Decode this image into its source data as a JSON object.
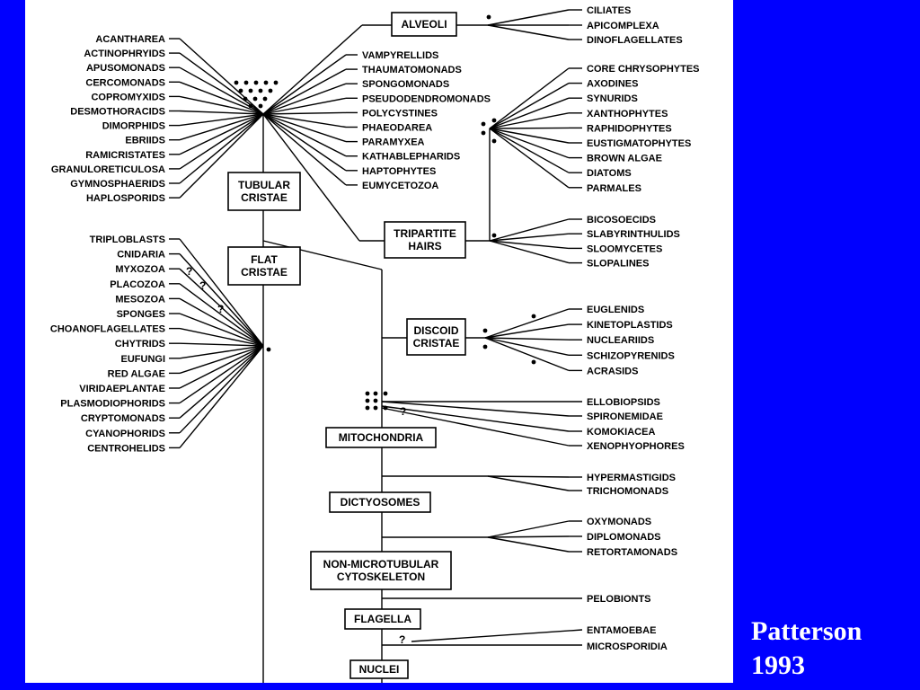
{
  "citation": {
    "line1": "Patterson",
    "line2": "1993"
  },
  "boxes": {
    "alveoli": "ALVEOLI",
    "tubular_cristae": [
      "TUBULAR",
      "CRISTAE"
    ],
    "flat_cristae": [
      "FLAT",
      "CRISTAE"
    ],
    "tripartite_hairs": [
      "TRIPARTITE",
      "HAIRS"
    ],
    "discoid_cristae": [
      "DISCOID",
      "CRISTAE"
    ],
    "mitochondria": "MITOCHONDRIA",
    "dictyosomes": "DICTYOSOMES",
    "non_microtubular": [
      "NON-MICROTUBULAR",
      "CYTOSKELETON"
    ],
    "flagella": "FLAGELLA",
    "nuclei": "NUCLEI"
  },
  "groups": {
    "left_top": [
      "ACANTHAREA",
      "ACTINOPHRYIDS",
      "APUSOMONADS",
      "CERCOMONADS",
      "COPROMYXIDS",
      "DESMOTHORACIDS",
      "DIMORPHIDS",
      "EBRIIDS",
      "RAMICRISTATES",
      "GRANULORETICULOSA",
      "GYMNOSPHAERIDS",
      "HAPLOSPORIDS"
    ],
    "center_top": [
      "VAMPYRELLIDS",
      "THAUMATOMONADS",
      "SPONGOMONADS",
      "PSEUDODENDROMONADS",
      "POLYCYSTINES",
      "PHAEODAREA",
      "PARAMYXEA",
      "KATHABLEPHARIDS",
      "HAPTOPHYTES",
      "EUMYCETOZOA"
    ],
    "alveoli": [
      "CILIATES",
      "APICOMPLEXA",
      "DINOFLAGELLATES"
    ],
    "chrysophyte": [
      "CORE CHRYSOPHYTES",
      "AXODINES",
      "SYNURIDS",
      "XANTHOPHYTES",
      "RAPHIDOPHYTES",
      "EUSTIGMATOPHYTES",
      "BROWN ALGAE",
      "DIATOMS",
      "PARMALES"
    ],
    "bicosoecid": [
      "BICOSOECIDS",
      "SLABYRINTHULIDS",
      "SLOOMYCETES",
      "SLOPALINES"
    ],
    "left_bottom": [
      "TRIPLOBLASTS",
      "CNIDARIA",
      "MYXOZOA",
      "PLACOZOA",
      "MESOZOA",
      "SPONGES",
      "CHOANOFLAGELLATES",
      "CHYTRIDS",
      "EUFUNGI",
      "RED ALGAE",
      "VIRIDAEPLANTAE",
      "PLASMODIOPHORIDS",
      "CRYPTOMONADS",
      "CYANOPHORIDS",
      "CENTROHELIDS"
    ],
    "discoid": [
      "EUGLENIDS",
      "KINETOPLASTIDS",
      "NUCLEARIIDS",
      "SCHIZOPYRENIDS",
      "ACRASIDS"
    ],
    "mito": [
      "ELLOBIOPSIDS",
      "SPIRONEMIDAE",
      "KOMOKIACEA",
      "XENOPHYOPHORES"
    ],
    "dictyo": [
      "HYPERMASTIGIDS",
      "TRICHOMONADS"
    ],
    "nonmicro": [
      "OXYMONADS",
      "DIPLOMONADS",
      "RETORTAMONADS"
    ],
    "flagella_pre": [
      "PELOBIONTS"
    ],
    "flagella_post": [
      "ENTAMOEBAE",
      "MICROSPORIDIA"
    ]
  },
  "uncertain_mark": "?"
}
